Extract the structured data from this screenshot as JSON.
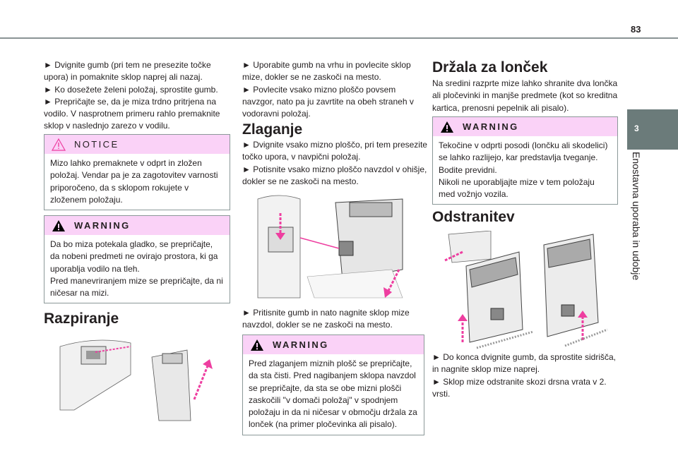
{
  "page_number": "83",
  "chapter_tab": "3",
  "chapter_title": "Enostavna uporaba in udobje",
  "col1": {
    "intro": [
      "► Dvignite gumb (pri tem ne presezite točke upora) in pomaknite sklop naprej ali nazaj.",
      "► Ko dosežete želeni položaj, sprostite gumb.",
      "► Prepričajte se, da je miza trdno pritrjena na vodilo. V nasprotnem primeru rahlo premaknite sklop v naslednjo zarezo v vodilu."
    ],
    "notice": {
      "title": "NOTICE",
      "text": "Mizo lahko premaknete v odprt in zložen položaj. Vendar pa je za zagotovitev varnosti priporočeno, da s sklopom rokujete v zloženem položaju."
    },
    "warning": {
      "title": "WARNING",
      "lines": [
        "Da bo miza potekala gladko, se prepričajte, da nobeni predmeti ne ovirajo prostora, ki ga uporablja vodilo na tleh.",
        "Pred manevriranjem mize se prepričajte, da ni ničesar na mizi."
      ]
    },
    "heading": "Razpiranje"
  },
  "col2": {
    "intro": [
      "► Uporabite gumb na vrhu in povlecite sklop mize, dokler se ne zaskoči na mesto.",
      "► Povlecite vsako mizno ploščo povsem navzgor, nato pa ju zavrtite na obeh straneh v vodoravni položaj."
    ],
    "heading": "Zlaganje",
    "steps": [
      "► Dvignite vsako mizno ploščo, pri tem presezite točko upora, v navpični položaj.",
      "► Potisnite vsako mizno ploščo navzdol v ohišje, dokler se ne zaskoči na mesto."
    ],
    "after_image": "► Pritisnite gumb in nato nagnite sklop mize navzdol, dokler se ne zaskoči na mesto.",
    "warning": {
      "title": "WARNING",
      "text": "Pred zlaganjem miznih plošč se prepričajte, da sta čisti. Pred nagibanjem sklopa navzdol se prepričajte, da sta se obe mizni plošči zaskočili \"v domači položaj\" v spodnjem položaju in da ni ničesar v območju držala za lonček (na primer pločevinka ali pisalo)."
    }
  },
  "col3": {
    "heading": "Držala za lonček",
    "intro": "Na sredini razprte mize lahko shranite dva lončka ali pločevinki in manjše predmete (kot so kreditna kartica, prenosni pepelnik ali pisalo).",
    "warning": {
      "title": "WARNING",
      "lines": [
        "Tekočine v odprti posodi (lončku ali skodelici) se lahko razlijejo, kar predstavlja tveganje. Bodite previdni.",
        "Nikoli ne uporabljajte mize v tem položaju med vožnjo vozila."
      ]
    },
    "heading2": "Odstranitev",
    "steps": [
      "► Do konca dvignite gumb, da sprostite sidrišča, in nagnite sklop mize naprej.",
      "► Sklop mize odstranite skozi drsna vrata v 2. vrsti."
    ]
  },
  "colors": {
    "accent": "#ee3ea0",
    "box_header": "#fad2f7",
    "tab": "#6b7b7a"
  }
}
